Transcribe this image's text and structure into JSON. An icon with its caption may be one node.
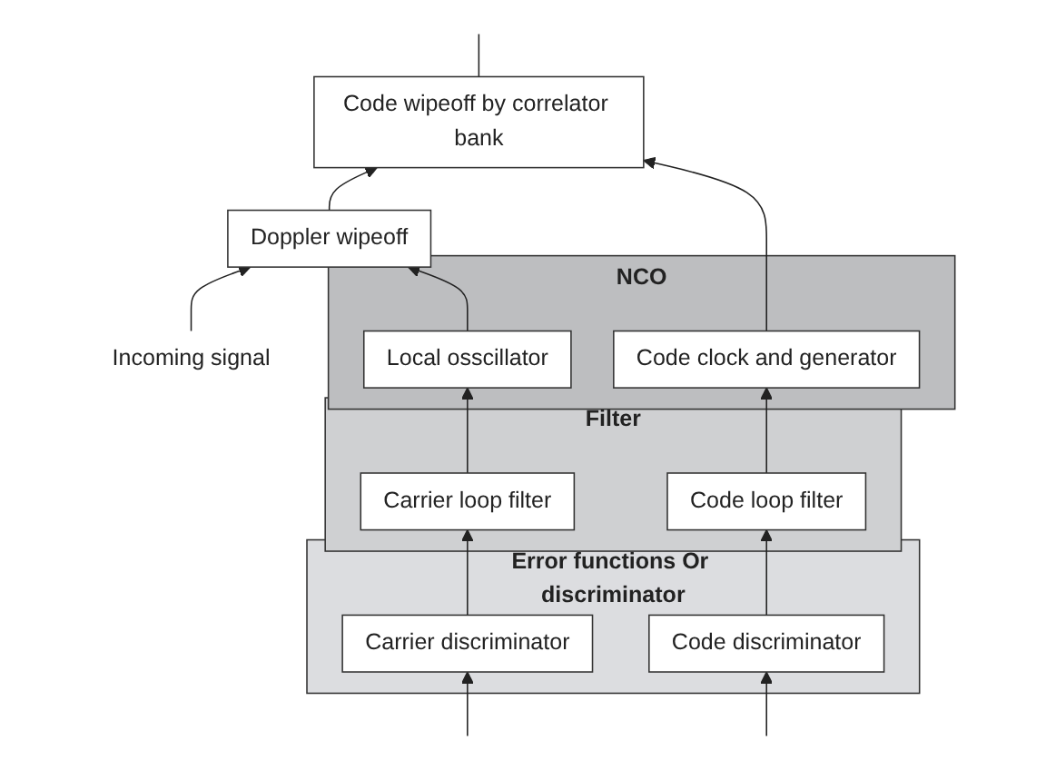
{
  "diagram": {
    "nodes": [
      {
        "text": [
          "Incoming signal"
        ]
      },
      {
        "text": [
          "Doppler wipeoff"
        ]
      },
      {
        "text": [
          "Code wipeoff by correlator bank"
        ]
      },
      {
        "text": [
          "NCO"
        ]
      },
      {
        "text": [
          "Local osscillator"
        ],
        "in": 3
      },
      {
        "text": [
          "Code clock and generator"
        ],
        "in": 3
      },
      {
        "text": [
          "Filter"
        ]
      },
      {
        "text": [
          "Carrier loop filter"
        ],
        "in": 6
      },
      {
        "text": [
          "Code loop filter"
        ],
        "in": 6
      },
      {
        "text": [
          "Error functions Or discriminator"
        ]
      },
      {
        "text": [
          "Carrier discriminator"
        ],
        "in": 9
      },
      {
        "text": [
          "Code discriminator"
        ],
        "in": 9
      }
    ],
    "edges": [
      {
        "from": 0,
        "to": 1,
        "arrow": "to"
      },
      {
        "from": 1,
        "to": 2,
        "arrow": "to"
      },
      {
        "from": 2,
        "to": null,
        "arrow": "none"
      },
      {
        "from": 4,
        "to": 1,
        "arrow": "to"
      },
      {
        "from": 5,
        "to": 2,
        "arrow": "to"
      },
      {
        "from": 7,
        "to": 4,
        "arrow": "to"
      },
      {
        "from": 8,
        "to": 5,
        "arrow": "to"
      },
      {
        "from": 10,
        "to": 7,
        "arrow": "to"
      },
      {
        "from": 11,
        "to": 8,
        "arrow": "to"
      },
      {
        "from": null,
        "to": 10,
        "arrow": "to"
      },
      {
        "from": null,
        "to": 11,
        "arrow": "to"
      }
    ]
  }
}
